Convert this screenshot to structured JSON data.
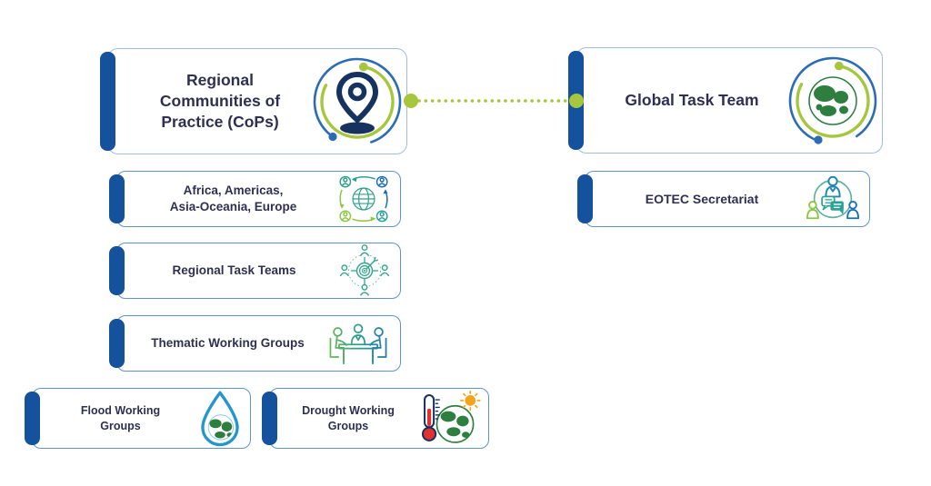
{
  "palette": {
    "bar_blue": "#15529E",
    "big_box_border": "#A3BCDA",
    "small_box_border": "#5D95CB",
    "text_navy": "#2F3051",
    "accent_green": "#A6C73D",
    "orbit_blue": "#2B6CB5",
    "pin_navy": "#16335F",
    "globe_green": "#2E7F3F",
    "icon_teal": "#2FA08C",
    "icon_blue": "#1C6FB6",
    "icon_green": "#8CC63F",
    "sun_yellow": "#F2A41B",
    "thermometer_red": "#E2302F",
    "drop_blue": "#2496CE"
  },
  "connector": {
    "style": "dotted-line-with-end-dots",
    "color": "#A6C73D"
  },
  "nodes": {
    "cops": {
      "label": "Regional Communities of Practice (CoPs)",
      "lines": [
        "Regional",
        "Communities of",
        "Practice (CoPs)"
      ],
      "icon": "map-pin-orbit"
    },
    "gtt": {
      "label": "Global Task Team",
      "lines": [
        "Global Task Team"
      ],
      "icon": "globe-orbit"
    },
    "regions": {
      "label": "Africa, Americas, Asia-Oceania, Europe",
      "lines": [
        "Africa, Americas,",
        "Asia-Oceania, Europe"
      ],
      "icon": "globe-people-network"
    },
    "rtt": {
      "label": "Regional Task Teams",
      "lines": [
        "Regional Task Teams"
      ],
      "icon": "target-team"
    },
    "twg": {
      "label": "Thematic Working Groups",
      "lines": [
        "Thematic Working Groups"
      ],
      "icon": "meeting-table"
    },
    "flood": {
      "label": "Flood Working Groups",
      "lines": [
        "Flood Working",
        "Groups"
      ],
      "icon": "water-drop-globe"
    },
    "drought": {
      "label": "Drought Working Groups",
      "lines": [
        "Drought Working",
        "Groups"
      ],
      "icon": "thermometer-sun-globe"
    },
    "secretariat": {
      "label": "EOTEC Secretariat",
      "lines": [
        "EOTEC Secretariat"
      ],
      "icon": "people-discussion"
    }
  }
}
